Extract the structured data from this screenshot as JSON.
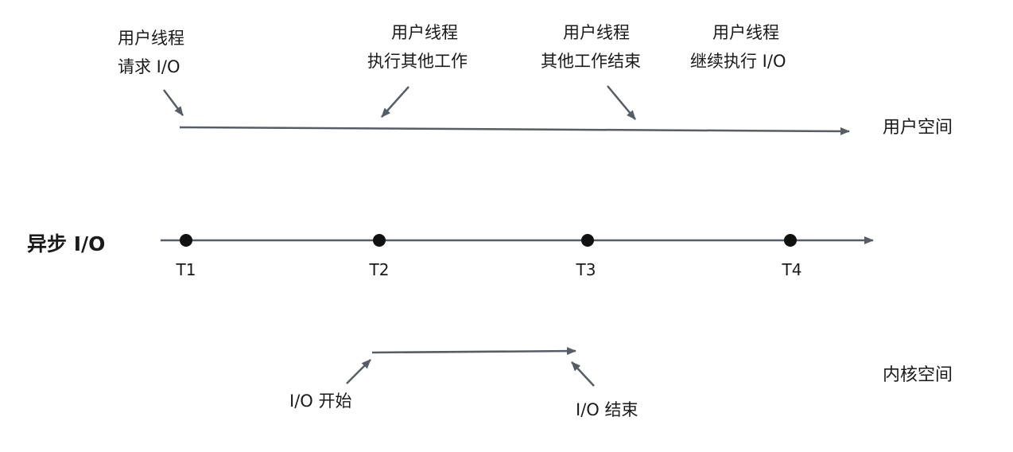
{
  "title": "异步 I/O",
  "regions": {
    "user_space": "用户空间",
    "kernel_space": "内核空间"
  },
  "user_events": [
    {
      "line1": "用户线程",
      "line2": "请求 I/O"
    },
    {
      "line1": "用户线程",
      "line2": "执行其他工作"
    },
    {
      "line1": "用户线程",
      "line2": "其他工作结束"
    },
    {
      "line1": "用户线程",
      "line2": "继续执行 I/O"
    }
  ],
  "timeline": {
    "points": [
      "T1",
      "T2",
      "T3",
      "T4"
    ]
  },
  "kernel_events": {
    "io_start": "I/O 开始",
    "io_end": "I/O 结束"
  },
  "colors": {
    "line": "#555d66",
    "dot": "#111111",
    "text": "#1a1a1a"
  }
}
